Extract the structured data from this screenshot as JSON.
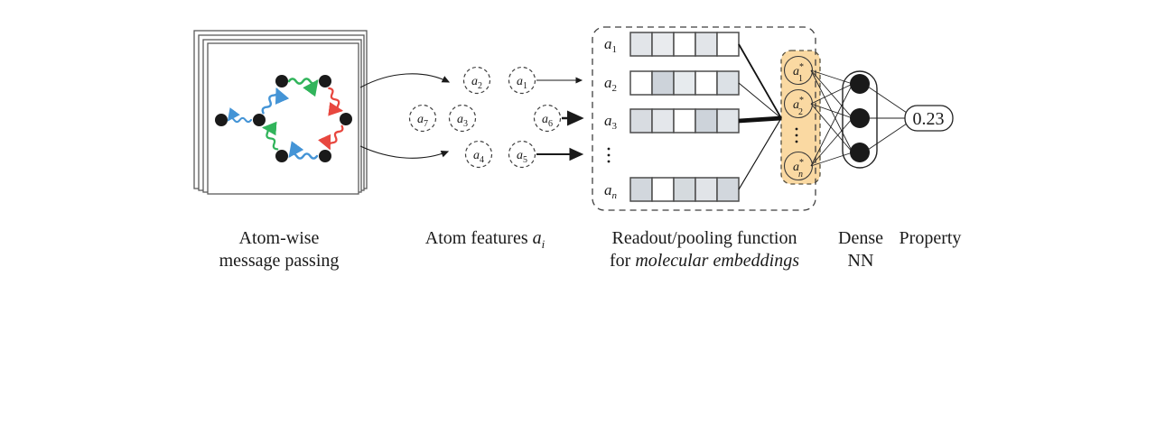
{
  "colors": {
    "msg_green": "#31b45b",
    "msg_red": "#e8473f",
    "msg_blue": "#4494d6",
    "ink": "#1a1a1a",
    "pool_fill": "#fad9a2",
    "pool_border": "#56503f",
    "box_dash": "#3f3f3f",
    "cell_border": "#4d4d4d"
  },
  "message_passing": {
    "caption_line1": "Atom-wise",
    "caption_line2": "message passing"
  },
  "features": {
    "caption_prefix": "Atom features ",
    "caption_math_base": "a",
    "caption_math_sub": "i",
    "circles": [
      {
        "base": "a",
        "sub": "2"
      },
      {
        "base": "a",
        "sub": "1"
      },
      {
        "base": "a",
        "sub": "7"
      },
      {
        "base": "a",
        "sub": "3"
      },
      {
        "base": "a",
        "sub": "6"
      },
      {
        "base": "a",
        "sub": "4"
      },
      {
        "base": "a",
        "sub": "5"
      }
    ],
    "input_arrow_widths": [
      1.0,
      2.4,
      2.0
    ]
  },
  "readout": {
    "caption_line1": "Readout/pooling function",
    "caption_line2_prefix": "for ",
    "caption_line2_italic": "molecular embeddings",
    "rows": [
      {
        "label": {
          "base": "a",
          "sub": "1"
        },
        "cells": [
          "#e2e5e9",
          "#e9ebee",
          "#ffffff",
          "#e2e5e9",
          "#ffffff"
        ]
      },
      {
        "label": {
          "base": "a",
          "sub": "2"
        },
        "cells": [
          "#ffffff",
          "#cdd3da",
          "#e7ebee",
          "#ffffff",
          "#dce1e6"
        ]
      },
      {
        "label": {
          "base": "a",
          "sub": "3"
        },
        "cells": [
          "#d8dce1",
          "#e4e7eb",
          "#ffffff",
          "#cdd3da",
          "#e1e5e9"
        ]
      },
      {
        "label": {
          "base": "a",
          "sub": "n"
        },
        "cells": [
          "#d2d7dd",
          "#ffffff",
          "#d5dade",
          "#e1e4e8",
          "#d2d7dd"
        ]
      }
    ],
    "pool_line_widths": [
      1.8,
      0.9,
      4.8,
      1.2
    ]
  },
  "pooled": {
    "circles": [
      {
        "base": "a",
        "sup": "*",
        "sub": "1"
      },
      {
        "base": "a",
        "sup": "*",
        "sub": "2"
      },
      {
        "base": "a",
        "sup": "*",
        "sub": "n"
      }
    ]
  },
  "dense_nn": {
    "caption_line1": "Dense",
    "caption_line2": "NN"
  },
  "property": {
    "caption": "Property",
    "value": "0.23"
  }
}
